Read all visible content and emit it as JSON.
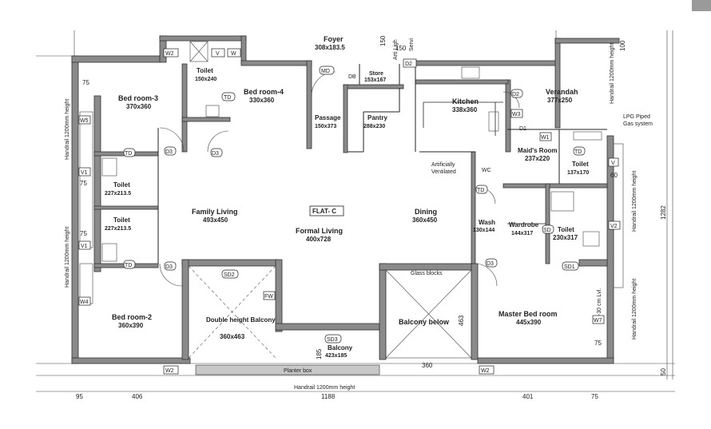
{
  "plan": {
    "flat_label": "FLAT- C",
    "rooms": [
      {
        "id": "foyer",
        "name": "Foyer",
        "size": "308x183.5"
      },
      {
        "id": "bed3",
        "name": "Bed room-3",
        "size": "370x360"
      },
      {
        "id": "toilet-top",
        "name": "Toilet",
        "size": "150x240"
      },
      {
        "id": "bed4",
        "name": "Bed room-4",
        "size": "330x360"
      },
      {
        "id": "passage",
        "name": "Passage",
        "size": "150x373"
      },
      {
        "id": "store",
        "name": "Store",
        "size": "153x167"
      },
      {
        "id": "pantry",
        "name": "Pantry",
        "size": "288x230"
      },
      {
        "id": "kitchen",
        "name": "Kitchen",
        "size": "338x360"
      },
      {
        "id": "verandah",
        "name": "Verandah",
        "size": "377x250"
      },
      {
        "id": "maids",
        "name": "Maid's Room",
        "size": "237x220"
      },
      {
        "id": "toilet-maid",
        "name": "Toilet",
        "size": "137x170"
      },
      {
        "id": "toilet-l1",
        "name": "Toilet",
        "size": "227x213.5"
      },
      {
        "id": "toilet-l2",
        "name": "Toilet",
        "size": "227x213.5"
      },
      {
        "id": "family",
        "name": "Family Living",
        "size": "493x450"
      },
      {
        "id": "formal",
        "name": "Formal Living",
        "size": "400x728"
      },
      {
        "id": "dining",
        "name": "Dining",
        "size": "360x450"
      },
      {
        "id": "wash",
        "name": "Wash",
        "size": "130x144"
      },
      {
        "id": "wardrobe",
        "name": "Wardrobe",
        "size": "144x317"
      },
      {
        "id": "toilet-master",
        "name": "Toilet",
        "size": "230x317"
      },
      {
        "id": "bed2",
        "name": "Bed room-2",
        "size": "360x390"
      },
      {
        "id": "dbl",
        "name": "Double height Balcony",
        "size": "360x463"
      },
      {
        "id": "balc",
        "name": "Balcony",
        "size": "423x185"
      },
      {
        "id": "balc-below",
        "name": "Balcony below",
        "size": ""
      },
      {
        "id": "master",
        "name": "Master Bed room",
        "size": "445x390"
      }
    ],
    "notes": {
      "artificially_ventilated": "Artificially Ventilated",
      "lpg": "LPG Piped Gas system",
      "glass_blocks": "Glass blocks",
      "planter_box": "Planter box",
      "handrail_bottom": "Handrail 1200mm height",
      "handrail_side": "Handrail 1200mm height",
      "lvl": "-30 cm Lvl.",
      "wc": "WC",
      "arti_light": "Arti Ligh",
      "servi": "Servi"
    },
    "tags": {
      "W2": "W2",
      "W": "W",
      "V": "V",
      "MD": "MD",
      "D2": "D2",
      "DB": "DB",
      "TD": "TD",
      "D3": "D3",
      "W5": "W5",
      "V1": "V1",
      "W4": "W4",
      "SD2": "SD2",
      "SD3": "SD3",
      "FW": "FW",
      "D1": "D1",
      "W1": "W1",
      "W3": "W3",
      "SD": "SD",
      "SD1": "SD1",
      "W7": "W7",
      "V2": "V2"
    },
    "dimensions": {
      "d75": "75",
      "d150": "150",
      "d100": "100",
      "d60": "60",
      "d1282": "1282",
      "d185": "185",
      "d360": "360",
      "d463": "463",
      "d50": "50",
      "b95": "95",
      "b406": "406",
      "b1188": "1188",
      "b401": "401",
      "b75": "75"
    }
  }
}
